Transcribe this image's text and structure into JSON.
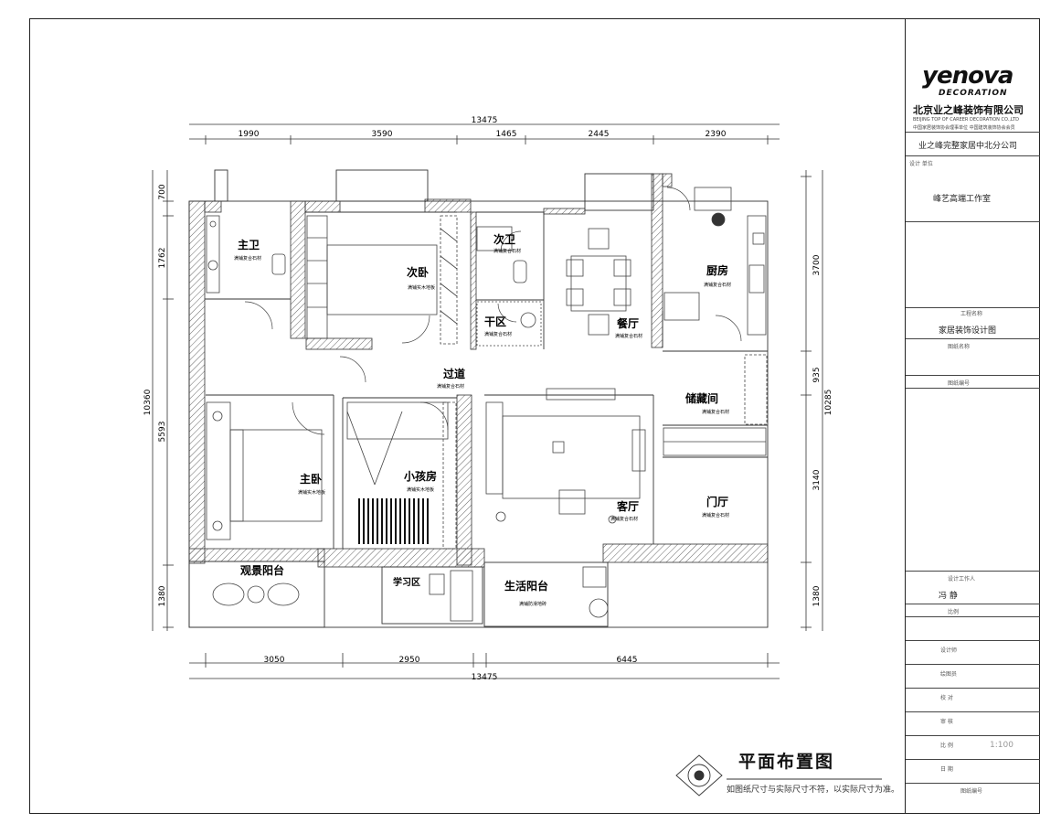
{
  "titleblock": {
    "brand": "yenova",
    "brand_sub": "DECORATION",
    "company": "北京业之峰装饰有限公司",
    "company_en": "BEIJING TOP OF CAREER DECORATION CO.,LTD",
    "company_note": "中国家居装饰协会理事单位 中国建筑装饰协会会员",
    "branch": "业之峰完整家居中北分公司",
    "studio_label": "设计 单位",
    "studio": "峰艺高端工作室",
    "project_label": "工程名称",
    "project": "家居装饰设计图",
    "drawing_label": "图纸名称",
    "drawing_no_label": "图纸编号",
    "designer_label": "设计工作人",
    "designer": "冯 静",
    "scale_label": "比例",
    "scale": "1:100",
    "rows": [
      "设计师",
      "绘图员",
      "校 对",
      "审 核",
      "比 例",
      "日 期",
      "图纸编号"
    ]
  },
  "dims": {
    "top_total": "13475",
    "top_segments": [
      "1990",
      "3590",
      "1465",
      "2445",
      "2390"
    ],
    "bottom_total": "13475",
    "bottom_segments": [
      "3050",
      "2950",
      "6445"
    ],
    "left_total": "10360",
    "left_segments": [
      "700",
      "1762",
      "5593",
      "1380"
    ],
    "right_total": "10285",
    "right_segments": [
      "3700",
      "935",
      "3140",
      "1380"
    ]
  },
  "rooms": {
    "master_bath": {
      "name": "主卫",
      "sub": "满铺复合石材"
    },
    "second_bed": {
      "name": "次卧",
      "sub": "满铺实木地板"
    },
    "second_bath": {
      "name": "次卫",
      "sub": "满铺复合石材"
    },
    "dry_area": {
      "name": "干区",
      "sub": "满铺复合石材"
    },
    "dining": {
      "name": "餐厅",
      "sub": "满铺复合石材"
    },
    "kitchen": {
      "name": "厨房",
      "sub": "满铺复合石材"
    },
    "corridor": {
      "name": "过道",
      "sub": "满铺复合石材"
    },
    "storage": {
      "name": "储藏间",
      "sub": "满铺复合石材"
    },
    "master_bed": {
      "name": "主卧",
      "sub": "满铺实木地板"
    },
    "kids_room": {
      "name": "小孩房",
      "sub": "满铺实木地板"
    },
    "living": {
      "name": "客厅",
      "sub": "满铺复合石材"
    },
    "entry": {
      "name": "门厅",
      "sub": "满铺复合石材"
    },
    "view_balcony": {
      "name": "观景阳台"
    },
    "study": {
      "name": "学习区"
    },
    "life_balcony": {
      "name": "生活阳台",
      "sub": "满铺防滑地砖"
    }
  },
  "plan": {
    "title": "平面布置图",
    "note": "如图纸尺寸与实际尺寸不符，以实际尺寸为准。"
  }
}
